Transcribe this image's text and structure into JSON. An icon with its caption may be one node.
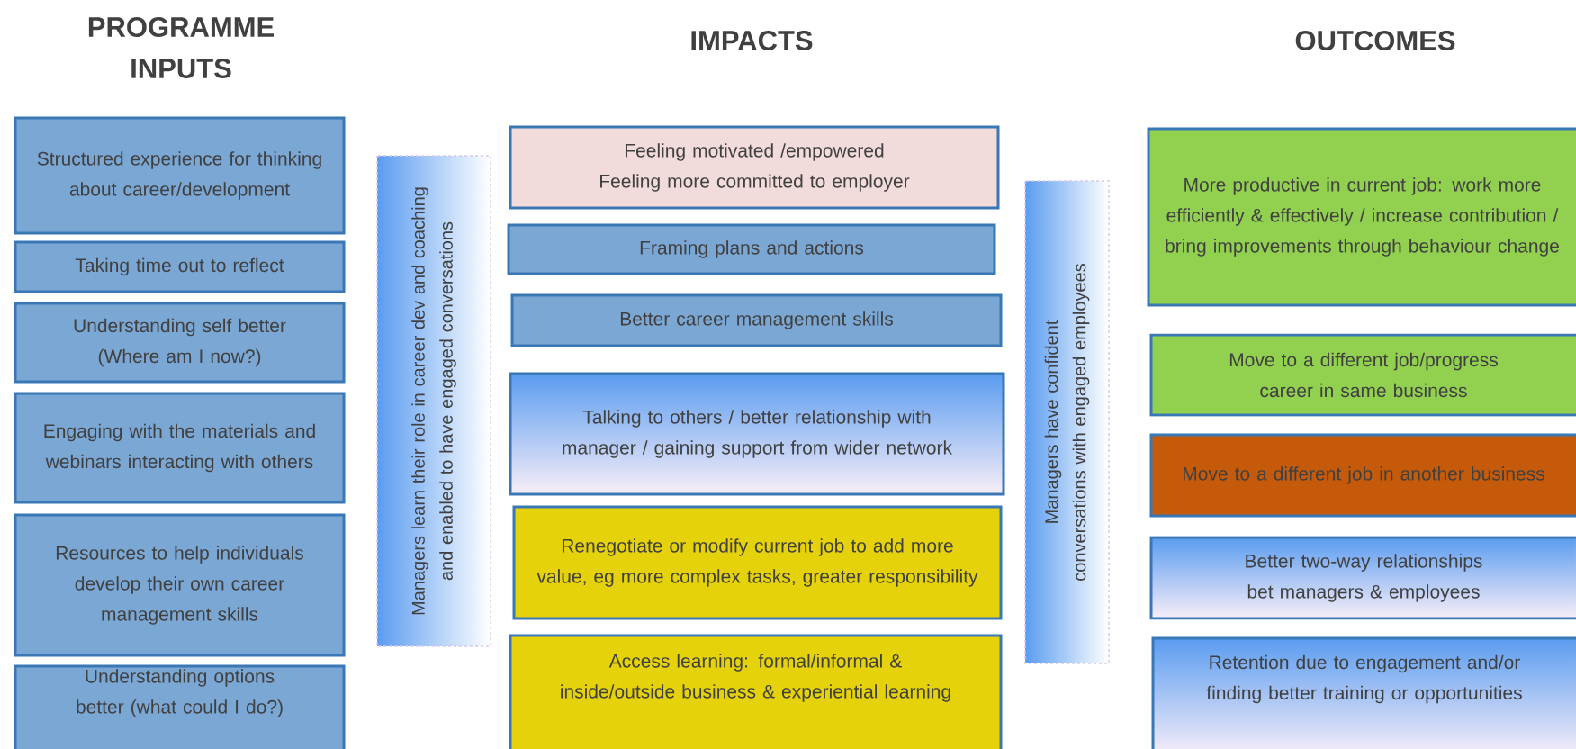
{
  "diagram": {
    "nodes": [
      {
        "text": [
          "Structured experience for thinking about career/development"
        ]
      },
      {
        "text": [
          "Taking time out to reflect"
        ]
      },
      {
        "text": [
          "Understanding self better (Where am I now?)"
        ]
      },
      {
        "text": [
          "Engaging with the materials and webinars interacting with others"
        ]
      },
      {
        "text": [
          "Resources to help individuals develop their own career management skills"
        ]
      },
      {
        "text": [
          "Understanding options better (what could I do?)"
        ]
      },
      {
        "text": [
          "Managers learn their role in career dev and coaching and enabled to have engaged conversations"
        ]
      },
      {
        "text": [
          "Feeling motivated /empowered",
          "Feeling more committed to employer"
        ]
      },
      {
        "text": [
          "Framing plans and actions"
        ]
      },
      {
        "text": [
          "Better career management skills"
        ]
      },
      {
        "text": [
          "Talking to others / better relationship with manager / gaining support from wider network"
        ]
      },
      {
        "text": [
          "Renegotiate or modify current job to add more value, eg more complex tasks, greater responsibility"
        ]
      },
      {
        "text": [
          "Access learning: formal/informal & inside/outside business & experiential learning"
        ]
      },
      {
        "text": [
          "Managers have confident conversations with engaged employees"
        ]
      },
      {
        "text": [
          "More productive in current job: work more efficiently & effectively / increase contribution / bring improvements through behaviour change"
        ]
      },
      {
        "text": [
          "Move to a different job/progress career in same business"
        ]
      },
      {
        "text": [
          "Move to a different job in another business"
        ]
      },
      {
        "text": [
          "Better two-way relationships bet managers & employees"
        ]
      },
      {
        "text": [
          "Retention due to engagement and/or finding better training or opportunities"
        ]
      }
    ],
    "labels": [
      "PROGRAMME INPUTS",
      "IMPACTS",
      "OUTCOMES"
    ]
  }
}
